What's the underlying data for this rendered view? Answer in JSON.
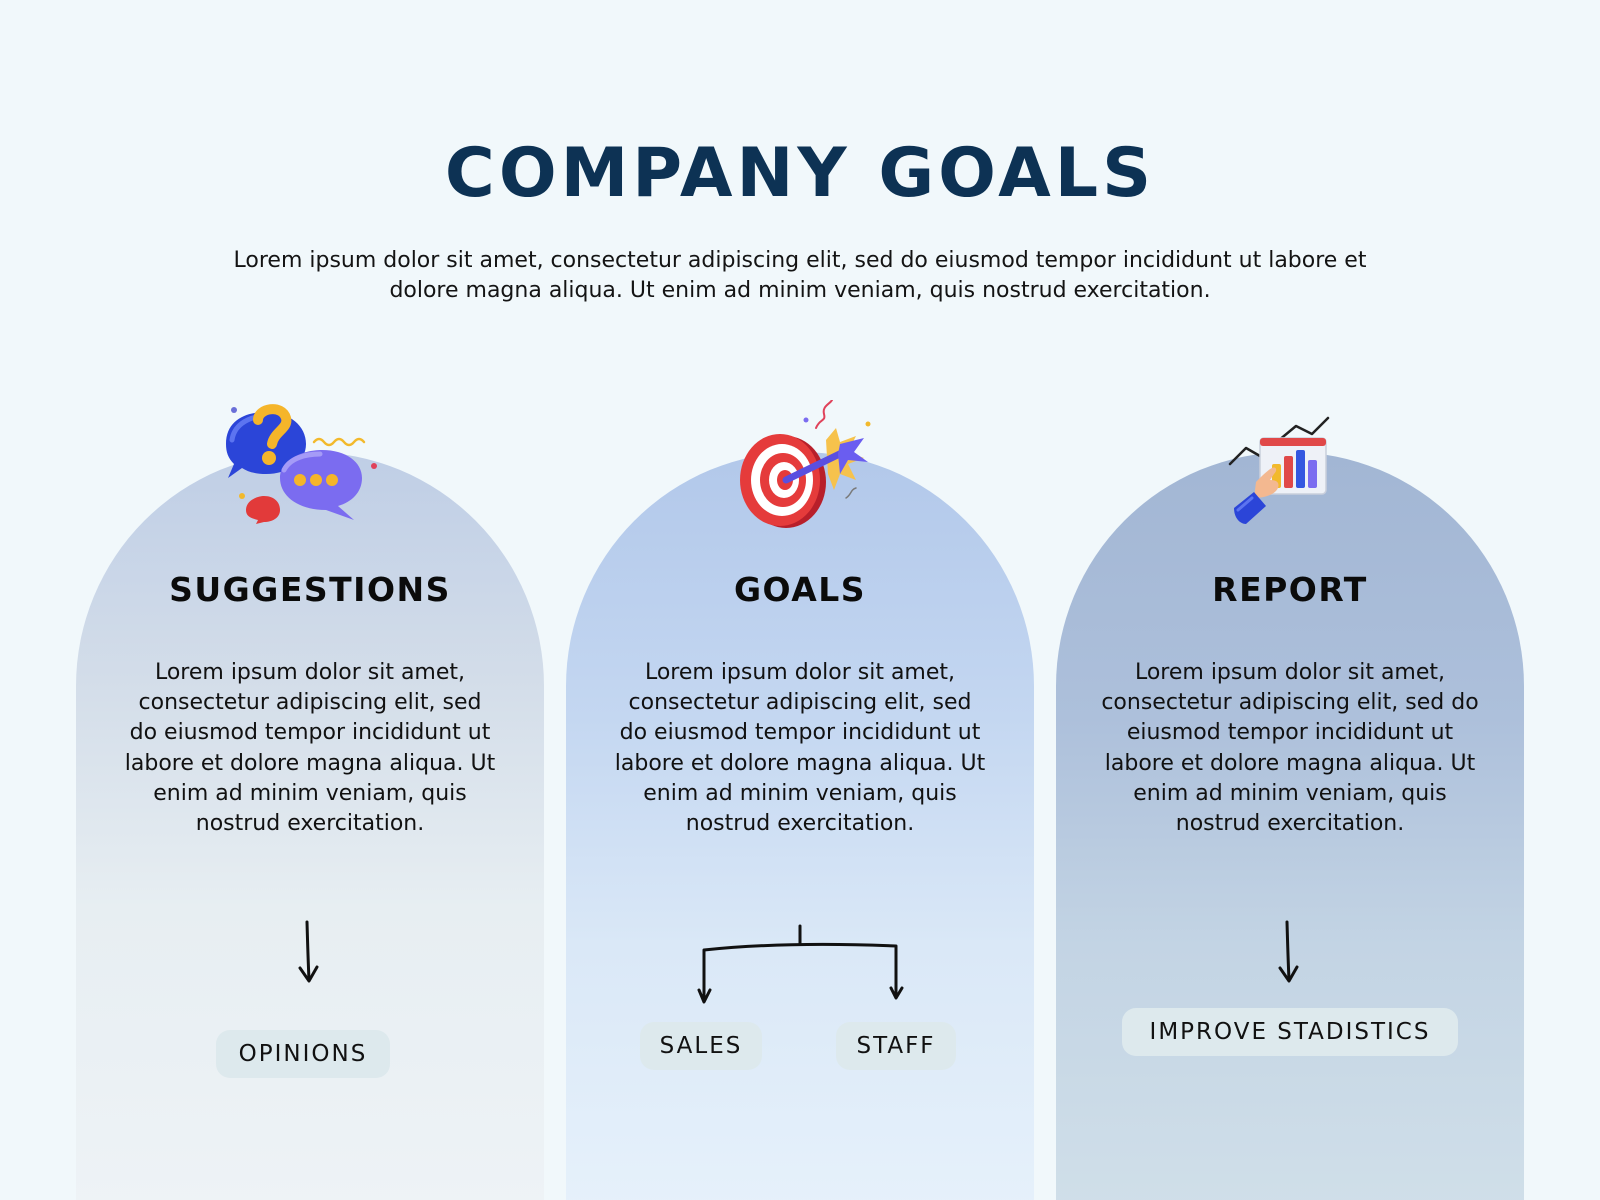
{
  "header": {
    "title": "COMPANY GOALS",
    "description": "Lorem ipsum dolor sit amet, consectetur adipiscing elit, sed do eiusmod tempor incididunt ut labore et dolore magna aliqua. Ut enim ad minim veniam, quis nostrud exercitation."
  },
  "cards": [
    {
      "icon": "speech-bubbles-icon",
      "title": "SUGGESTIONS",
      "text": "Lorem ipsum dolor sit amet, consectetur adipiscing elit, sed do eiusmod tempor incididunt ut labore et dolore magna aliqua. Ut enim ad minim veniam, quis nostrud exercitation.",
      "tags": [
        "OPINIONS"
      ]
    },
    {
      "icon": "target-dart-icon",
      "title": "GOALS",
      "text": "Lorem ipsum dolor sit amet, consectetur adipiscing elit, sed do eiusmod tempor incididunt ut labore et dolore magna aliqua. Ut enim ad minim veniam, quis nostrud exercitation.",
      "tags": [
        "SALES",
        "STAFF"
      ]
    },
    {
      "icon": "chart-report-icon",
      "title": "REPORT",
      "text": "Lorem ipsum dolor sit amet, consectetur adipiscing elit, sed do eiusmod tempor incididunt ut labore et dolore magna aliqua. Ut enim ad minim veniam, quis nostrud exercitation.",
      "tags": [
        "IMPROVE STADISTICS"
      ]
    }
  ],
  "colors": {
    "title": "#0d3254",
    "background": "#f1f8fb",
    "pill": "#dde9ed"
  }
}
